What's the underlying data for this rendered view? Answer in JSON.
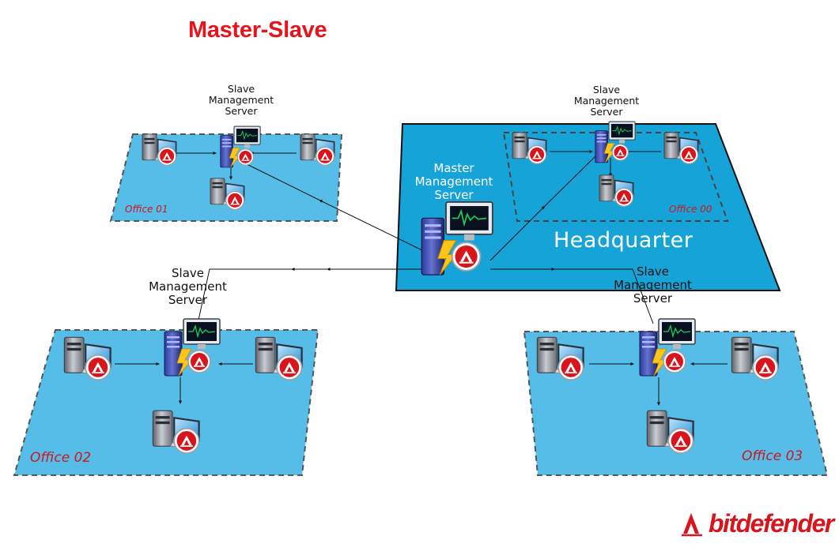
{
  "title": "Master-Slave",
  "labels": {
    "slave_office01": [
      "Slave",
      "Management",
      "Server"
    ],
    "slave_hq": [
      "Slave",
      "Management",
      "Server"
    ],
    "master": [
      "Master",
      "Management",
      "Server"
    ],
    "slave_office02": [
      "Slave",
      "Management",
      "Server"
    ],
    "slave_office03": [
      "Slave",
      "Management",
      "Server"
    ]
  },
  "headquarter_label": "Headquarter",
  "offices": {
    "office01": "Office 01",
    "office00": "Office 00",
    "office02": "Office 02",
    "office03": "Office 03"
  },
  "brand": "bitdefender",
  "colors": {
    "title": "#e8141c",
    "office_floor": "#55bde8",
    "headquarter_floor": "#16a4d8",
    "office_label": "#d4141b",
    "brand": "#d8141c"
  },
  "icons": [
    "server-icon",
    "workstation-icon",
    "bitdefender-badge-icon",
    "lightning-icon",
    "monitor-graph-icon"
  ]
}
